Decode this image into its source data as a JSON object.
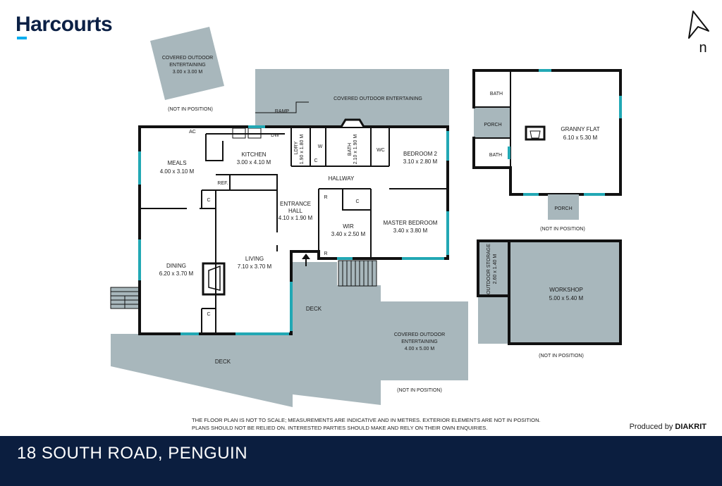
{
  "brand": {
    "name": "Harcourts",
    "accent": "#00adef",
    "navy": "#0b1e3f"
  },
  "compass": {
    "label": "n",
    "icon": "north-arrow-icon"
  },
  "rooms": {
    "covered_outdoor_tl": {
      "name": "COVERED OUTDOOR ENTERTAINING",
      "line1": "COVERED OUTDOOR",
      "line2": "ENTERTAINING",
      "size": "3.00 x 3.00 M"
    },
    "not_in_position_1": "(NOT IN POSITION)",
    "covered_outdoor_top": {
      "name": "COVERED OUTDOOR ENTERTAINING"
    },
    "ramp": "RAMP",
    "ac": "AC",
    "dw": "DW",
    "w": "W",
    "c_lndry": "C",
    "wc": "WC",
    "meals": {
      "name": "MEALS",
      "size": "4.00 x 3.10 M"
    },
    "kitchen": {
      "name": "KITCHEN",
      "size": "3.00 x 4.10 M"
    },
    "lndry": {
      "name": "LDRY",
      "size": "1.90 x 1.80 M"
    },
    "bath_main": {
      "name": "BATH",
      "size": "2.10 x 1.90 M"
    },
    "bedroom2": {
      "name": "BEDROOM 2",
      "size": "3.10 x 2.80 M"
    },
    "hallway": "HALLWAY",
    "ref": "REF.",
    "c_meals": "C",
    "entrance": {
      "line1": "ENTRANCE",
      "line2": "HALL",
      "size": "4.10 x 1.90 M"
    },
    "c_wir": "C",
    "r_top": "R",
    "r_bottom": "R",
    "wir": {
      "name": "WIR",
      "size": "3.40 x 2.50 M"
    },
    "master": {
      "name": "MASTER BEDROOM",
      "size": "3.40 x 3.80 M"
    },
    "dining": {
      "name": "DINING",
      "size": "6.20 x 3.70 M"
    },
    "living": {
      "name": "LIVING",
      "size": "7.10 x 3.70 M"
    },
    "c_living": "C",
    "deck_centre": "DECK",
    "deck_bottom": "DECK",
    "covered_outdoor_bottom": {
      "line1": "COVERED OUTDOOR",
      "line2": "ENTERTAINING",
      "size": "4.00 x 5.00 M"
    },
    "not_in_position_2": "(NOT IN POSITION)",
    "granny_bath_top": "BATH",
    "granny_porch": "PORCH",
    "granny_bath_bottom": "BATH",
    "granny_flat": {
      "name": "GRANNY FLAT",
      "size": "6.10 x 5.30 M"
    },
    "granny_porch_out": "PORCH",
    "not_in_position_3": "(NOT IN POSITION)",
    "outdoor_storage": {
      "name": "OUTDOOR STORAGE",
      "size": "2.60 x 1.40 M"
    },
    "workshop": {
      "name": "WORKSHOP",
      "size": "5.00 x 5.40 M"
    },
    "not_in_position_4": "(NOT IN POSITION)"
  },
  "disclaimer": {
    "line1": "THE FLOOR PLAN IS NOT TO SCALE; MEASUREMENTS ARE INDICATIVE AND IN METRES. EXTERIOR ELEMENTS ARE NOT IN POSITION.",
    "line2": "PLANS SHOULD NOT BE RELIED ON. INTERESTED PARTIES SHOULD MAKE AND RELY ON THEIR OWN ENQUIRIES."
  },
  "produced_by": {
    "prefix": "Produced by",
    "brand": "DIAKRIT"
  },
  "address": "18 SOUTH ROAD, PENGUIN"
}
